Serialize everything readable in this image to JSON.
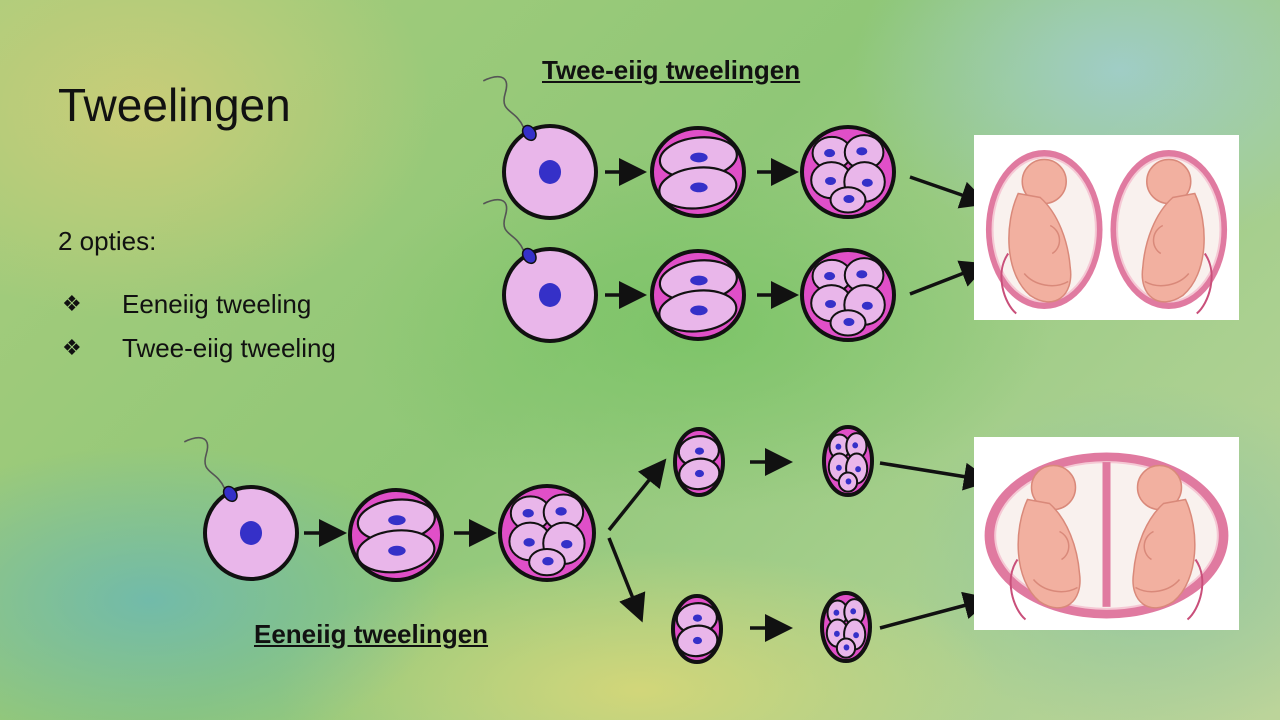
{
  "slide": {
    "title": "Tweelingen",
    "subtitle": "2 opties:",
    "options": [
      {
        "bullet": "❖",
        "label": "Eeneiig tweeling"
      },
      {
        "bullet": "❖",
        "label": "Twee-eiig tweeling"
      }
    ]
  },
  "diagram": {
    "top_heading": "Twee-eiig tweelingen",
    "bottom_heading": "Eeneiig tweelingen",
    "colors": {
      "cell_fill": "#e9b6ea",
      "cell_magenta": "#e04fc8",
      "nucleus": "#3530c8",
      "outline": "#111111",
      "womb_pink": "#e07aa0",
      "fetus": "#f2b0a0"
    }
  }
}
